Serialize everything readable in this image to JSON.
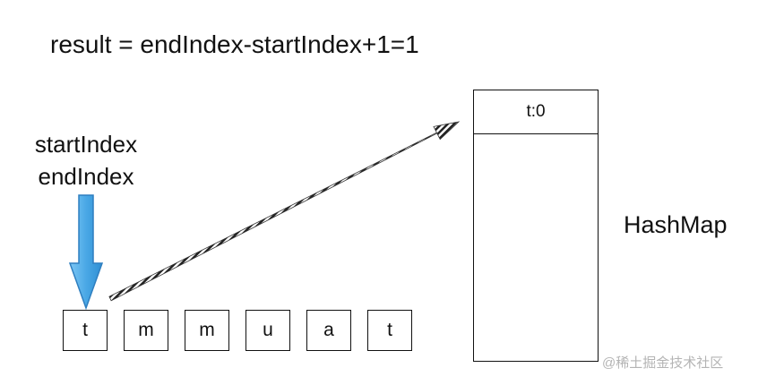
{
  "formula": "result = endIndex-startIndex+1=1",
  "pointer": {
    "start_label": "startIndex",
    "end_label": "endIndex",
    "arrow_color": "#4aa8e6",
    "arrow_stroke": "#2f7fc0"
  },
  "characters": [
    "t",
    "m",
    "m",
    "u",
    "a",
    "t"
  ],
  "hashmap": {
    "label": "HashMap",
    "entries": [
      "t:0"
    ]
  },
  "watermark": "@稀土掘金技术社区"
}
